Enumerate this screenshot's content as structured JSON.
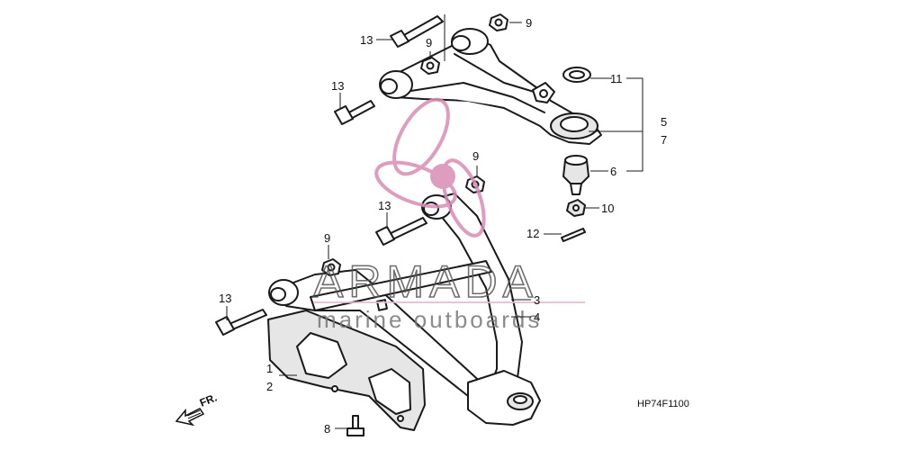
{
  "diagram": {
    "code": "HP74F1100",
    "front_label": "FR.",
    "callouts": {
      "c1": "1",
      "c2": "2",
      "c3": "3",
      "c4": "4",
      "c5": "5",
      "c6": "6",
      "c7": "7",
      "c8": "8",
      "c9a": "9",
      "c9b": "9",
      "c9c": "9",
      "c9d": "9",
      "c10": "10",
      "c11": "11",
      "c12": "12",
      "c13a": "13",
      "c13b": "13",
      "c13c": "13",
      "c13d": "13"
    }
  },
  "watermark": {
    "brand": "ARMADA",
    "tagline": "marine outboards",
    "icon": "propeller-logo-icon",
    "accent": "#d98cb5",
    "rule": "#e7b8cf"
  }
}
